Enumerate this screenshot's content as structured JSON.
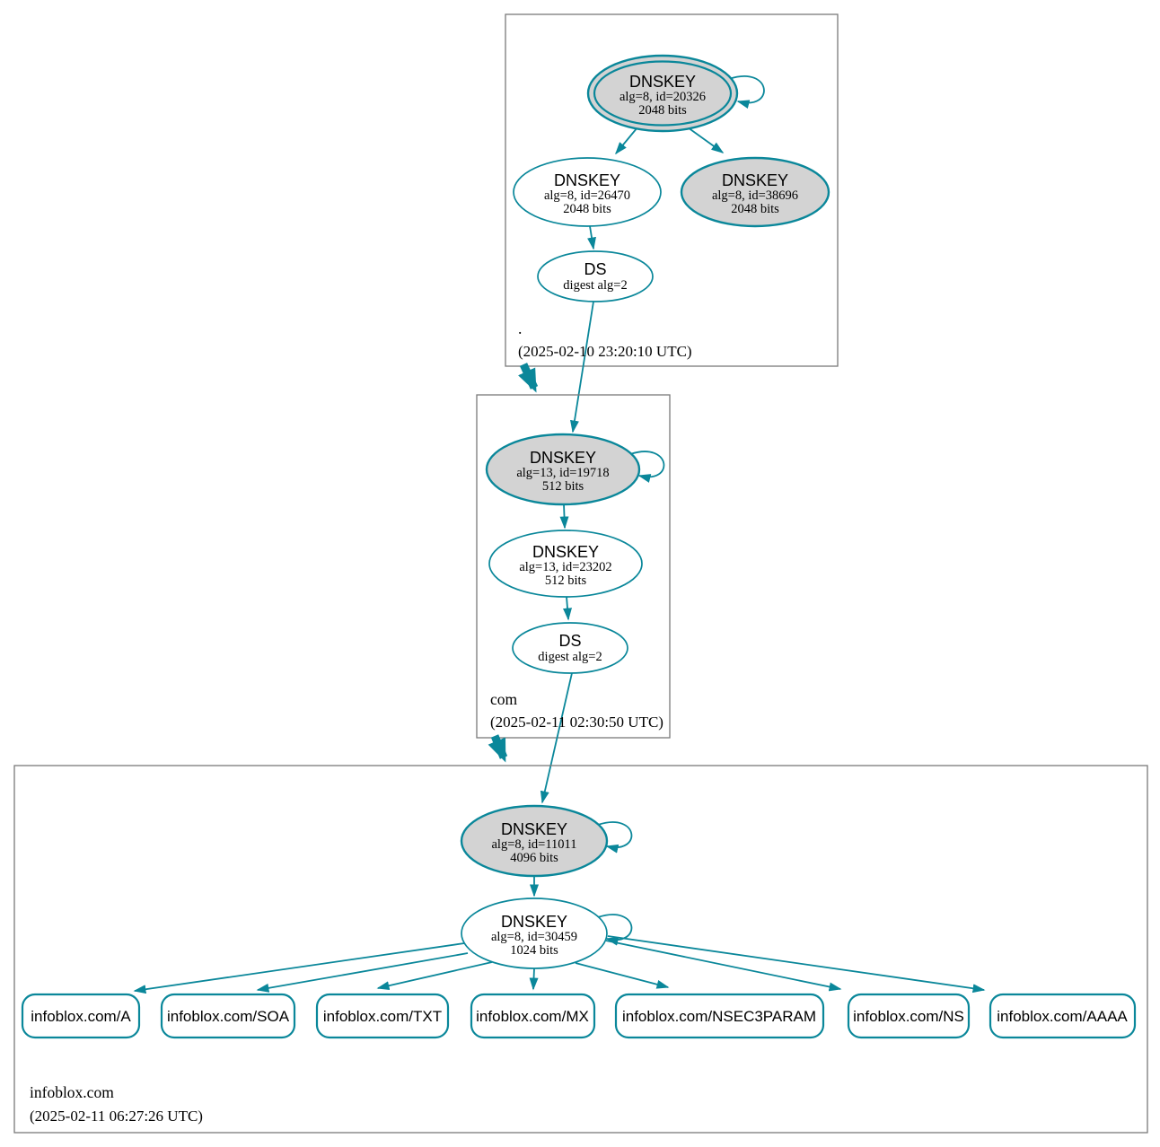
{
  "diagram": {
    "type": "dnssec-authentication-chain",
    "colors": {
      "edge": "#0a879a",
      "ksk_fill": "#d3d3d3",
      "node_fill": "#ffffff",
      "zone_border": "#7a7a7a",
      "text": "#000000"
    },
    "zones": {
      "root": {
        "name": ".",
        "timestamp": "(2025-02-10 23:20:10 UTC)",
        "ksk": {
          "type": "DNSKEY",
          "alg": "alg=8, id=20326",
          "bits": "2048 bits"
        },
        "zsk": {
          "type": "DNSKEY",
          "alg": "alg=8, id=26470",
          "bits": "2048 bits"
        },
        "key3": {
          "type": "DNSKEY",
          "alg": "alg=8, id=38696",
          "bits": "2048 bits"
        },
        "ds": {
          "type": "DS",
          "digest": "digest alg=2"
        }
      },
      "com": {
        "name": "com",
        "timestamp": "(2025-02-11 02:30:50 UTC)",
        "ksk": {
          "type": "DNSKEY",
          "alg": "alg=13, id=19718",
          "bits": "512 bits"
        },
        "zsk": {
          "type": "DNSKEY",
          "alg": "alg=13, id=23202",
          "bits": "512 bits"
        },
        "ds": {
          "type": "DS",
          "digest": "digest alg=2"
        }
      },
      "infoblox": {
        "name": "infoblox.com",
        "timestamp": "(2025-02-11 06:27:26 UTC)",
        "ksk": {
          "type": "DNSKEY",
          "alg": "alg=8, id=11011",
          "bits": "4096 bits"
        },
        "zsk": {
          "type": "DNSKEY",
          "alg": "alg=8, id=30459",
          "bits": "1024 bits"
        },
        "rrsets": [
          "infoblox.com/A",
          "infoblox.com/SOA",
          "infoblox.com/TXT",
          "infoblox.com/MX",
          "infoblox.com/NSEC3PARAM",
          "infoblox.com/NS",
          "infoblox.com/AAAA"
        ]
      }
    }
  }
}
